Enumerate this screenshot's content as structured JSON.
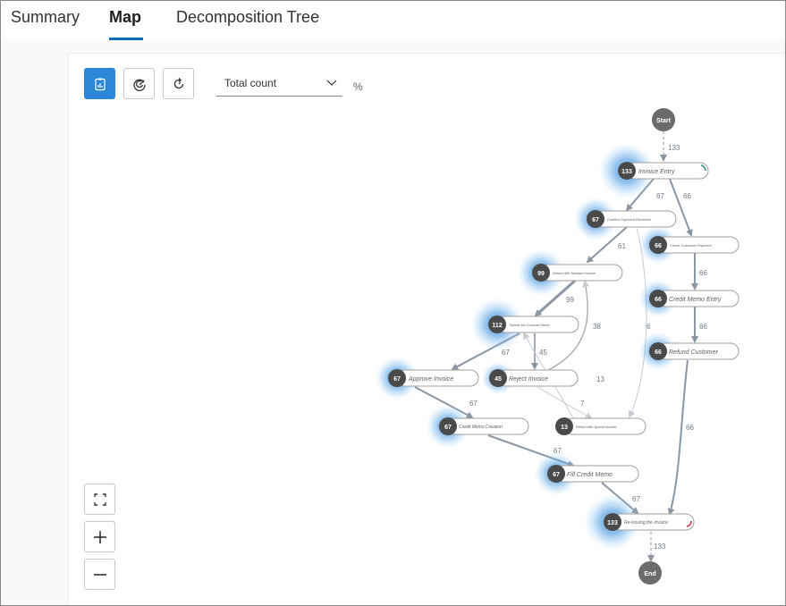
{
  "tabs": [
    {
      "label": "Summary"
    },
    {
      "label": "Map"
    },
    {
      "label": "Decomposition Tree"
    }
  ],
  "toolbar": {
    "metric_label": "Total count",
    "unit_label": "%"
  },
  "map": {
    "start_label": "Start",
    "end_label": "End",
    "nodes": [
      {
        "id": "invoice-entry",
        "count": "133",
        "label": "Invoice Entry"
      },
      {
        "id": "confirm-payment",
        "count": "67",
        "label": "Confirm Payment Received"
      },
      {
        "id": "check-customer",
        "count": "66",
        "label": "Check Customer Payment"
      },
      {
        "id": "refund-standard",
        "count": "99",
        "label": "Refund With Standard Voucher"
      },
      {
        "id": "credit-memo-entry",
        "count": "66",
        "label": "Credit Memo Entry"
      },
      {
        "id": "transfer-memo",
        "count": "112",
        "label": "Transfer the Customer Memo"
      },
      {
        "id": "refund-customer",
        "count": "66",
        "label": "Refund Customer"
      },
      {
        "id": "approve-invoice",
        "count": "67",
        "label": "Approve Invoice"
      },
      {
        "id": "reject-invoice",
        "count": "45",
        "label": "Reject Invoice"
      },
      {
        "id": "credit-memo-creation",
        "count": "67",
        "label": "Credit Memo Creation"
      },
      {
        "id": "refund-special",
        "count": "13",
        "label": "Refund With Special Voucher"
      },
      {
        "id": "fill-credit-memo",
        "count": "67",
        "label": "Fill Credit Memo"
      },
      {
        "id": "reissuing",
        "count": "133",
        "label": "Re-issuing the invoice"
      }
    ],
    "edge_labels": [
      "133",
      "67",
      "66",
      "61",
      "66",
      "99",
      "38",
      "66",
      "6",
      "67",
      "45",
      "13",
      "67",
      "7",
      "66",
      "67",
      "67",
      "133"
    ]
  }
}
